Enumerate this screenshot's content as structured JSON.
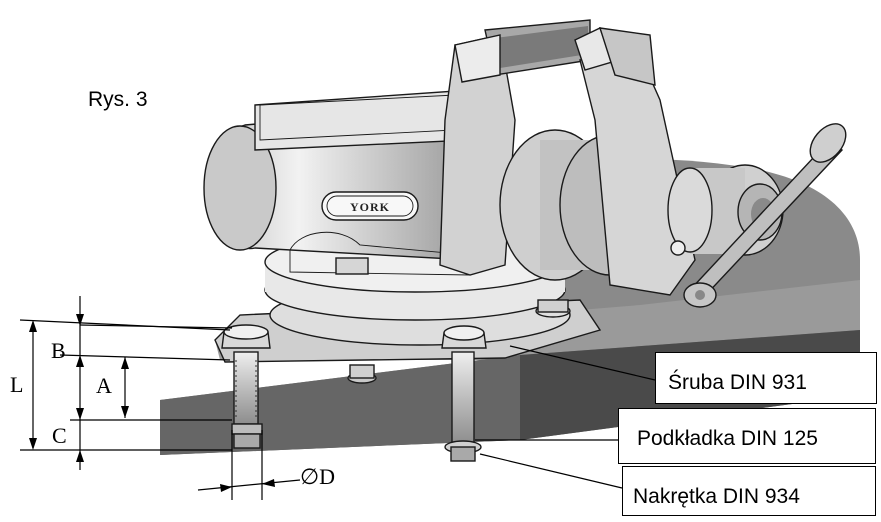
{
  "figure_caption": "Rys. 3",
  "brand_plate": "YORK",
  "dimensions": {
    "L": "L",
    "A": "A",
    "B": "B",
    "C": "C",
    "D": "∅D"
  },
  "callouts": [
    {
      "id": "screw",
      "label": "Śruba DIN 931"
    },
    {
      "id": "washer",
      "label": "Podkładka DIN 125"
    },
    {
      "id": "nut",
      "label": "Nakrętka DIN 934"
    }
  ],
  "colors": {
    "shadow": "#8a8a8a",
    "workbench": "#6f6f6f",
    "vise_body": "#d9d9d9",
    "outline": "#1a1a1a"
  }
}
